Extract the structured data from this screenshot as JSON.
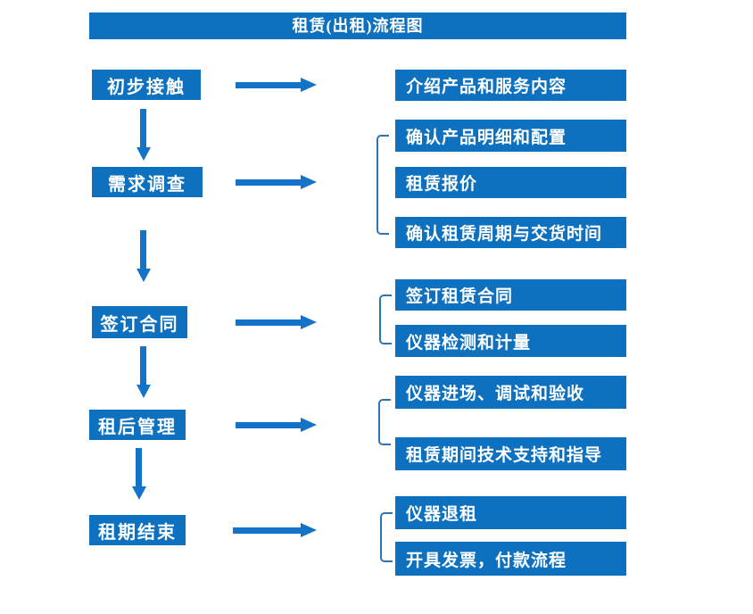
{
  "title": "租赁(出租)流程图",
  "colors": {
    "box_blue": "#0d71c0",
    "arrow_blue": "#1273c9",
    "bracket_blue": "#2e74b5",
    "text_white": "#ffffff"
  },
  "steps": [
    {
      "label": "初步接触"
    },
    {
      "label": "需求调查"
    },
    {
      "label": "签订合同"
    },
    {
      "label": "租后管理"
    },
    {
      "label": "租期结束"
    }
  ],
  "details": [
    {
      "label": "介绍产品和服务内容"
    },
    {
      "label": "确认产品明细和配置"
    },
    {
      "label": "租赁报价"
    },
    {
      "label": "确认租赁周期与交货时间"
    },
    {
      "label": "签订租赁合同"
    },
    {
      "label": "仪器检测和计量"
    },
    {
      "label": "仪器进场、调试和验收"
    },
    {
      "label": "租赁期间技术支持和指导"
    },
    {
      "label": "仪器退租"
    },
    {
      "label": "开具发票，付款流程"
    }
  ]
}
